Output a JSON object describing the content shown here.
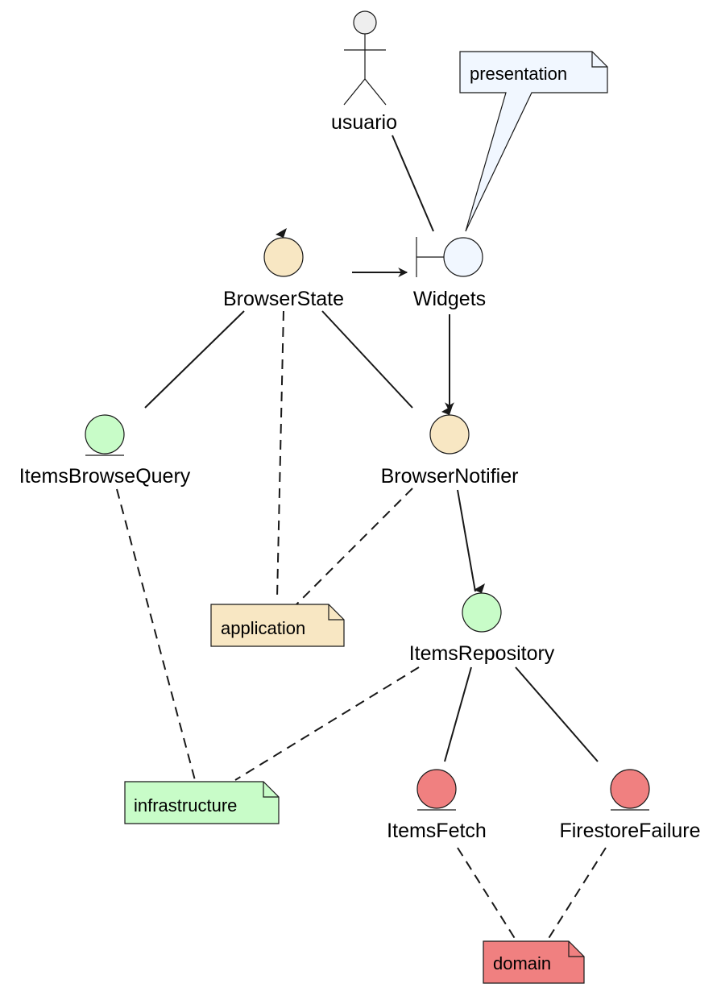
{
  "diagram": {
    "actor": {
      "label": "usuario"
    },
    "nodes": {
      "widgets": {
        "label": "Widgets",
        "fill": "#F1F7FF"
      },
      "browser_state": {
        "label": "BrowserState",
        "fill": "#F8E7C3"
      },
      "browser_notifier": {
        "label": "BrowserNotifier",
        "fill": "#F8E7C3"
      },
      "items_browse_query": {
        "label": "ItemsBrowseQuery",
        "fill": "#C8FCC8"
      },
      "items_repository": {
        "label": "ItemsRepository",
        "fill": "#C8FCC8"
      },
      "items_fetch": {
        "label": "ItemsFetch",
        "fill": "#F08080"
      },
      "firestore_failure": {
        "label": "FirestoreFailure",
        "fill": "#F08080"
      }
    },
    "notes": {
      "presentation": {
        "text": "presentation",
        "fill": "#F1F7FF"
      },
      "application": {
        "text": "application",
        "fill": "#F8E7C3"
      },
      "infrastructure": {
        "text": "infrastructure",
        "fill": "#C8FCC8"
      },
      "domain": {
        "text": "domain",
        "fill": "#F08080"
      }
    }
  }
}
